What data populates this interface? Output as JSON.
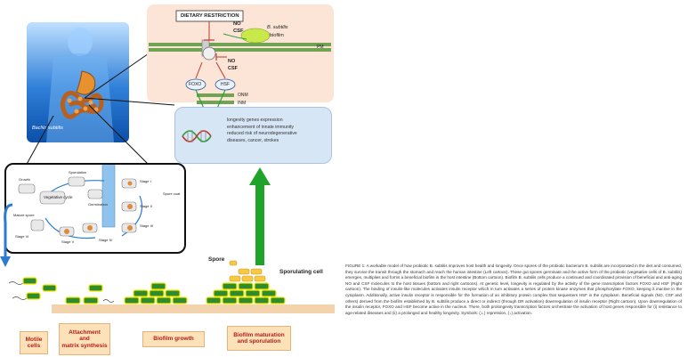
{
  "cell": {
    "dietary_restriction": "DIETARY RESTRICTION",
    "no_top": "NO",
    "csf_top": "CSF",
    "bsubtilis_biofilm_line1": "B. subtilis",
    "bsubtilis_biofilm_line2": "biofilm",
    "pm": "PM",
    "no_mid": "NO",
    "csf_mid": "CSF",
    "foxo": "FOXO",
    "hsf": "HSF",
    "onm": "ONM",
    "inm": "INM"
  },
  "nucleus": {
    "line1": "longevity genes expression",
    "line2": "enhancement of innate immunity",
    "line3": "reduced risk of neurodegenerative",
    "line4": "diseases, cancer, strokes"
  },
  "body_label": "BacNo subtilis",
  "lifecycle": {
    "center": "Vegetative cycle",
    "labels": [
      "Growth",
      "Sporulation",
      "Stage I",
      "Stage II",
      "Stage III",
      "Stage IV",
      "Stage V",
      "Stage VI",
      "Mature spore",
      "Germination",
      "Spore coat"
    ]
  },
  "biofilm": {
    "spore_label": "Spore",
    "sporulating_label": "Sporulating cell",
    "stages": [
      {
        "line1": "Motile",
        "line2": "cells",
        "line3": ""
      },
      {
        "line1": "Attachment",
        "line2": "and",
        "line3": "matrix synthesis"
      },
      {
        "line1": "Biofilm growth",
        "line2": "",
        "line3": ""
      },
      {
        "line1": "Biofilm  maturation",
        "line2": "and sporulation",
        "line3": ""
      }
    ]
  },
  "caption": {
    "text": "FIGURE 1: A workable model of how probiotic B. subtilis improves host health and longevity. Once spores of the probiotic bacterium B. subtilis are incorporated in the diet and consumed, they survive the transit through the stomach and reach the human intestine (Left cartoon). These gut spores germinate and the active form of the probiotic (vegetative cells of B. subtilis) emerges, multiplies and forms a beneficial biofilm in the host intestine (Bottom cartoon). Biofilm B. subtilis cells produce a continued and coordinated provision of beneficial and anti-aging NO and CSF molecules to the host tissues (bottom and right cartoons). At genetic level, longevity is regulated by the activity of the gene transcription factors FOXO and HSF (Right cartoon). The binding of insulin-like molecules activates insulin receptor which in turn activates a series of protein kinase enzymes that phosphorylate FOXO, keeping it inactive in the cytoplasm. Additionally, active insulin receptor is responsible for the formation of an inhibitory protein complex that sequesters HSF in the cytoplasm. Beneficial signals (NO, CSF and others) derived from the biofilm established by B. subtilis produce a direct or indirect (through DR activation) downregulation of insulin receptor (Right cartoon). Upon downregulation of the insulin receptor, FOXO and HSF become active in the nucleus. There, both prolongevity transcription factors orchestrate the activation of host genes responsible for (i) resistance to age-related diseases and (ii) a prolonged and healthy longevity. Symbols: (⊥) repression, (↓) activation."
  },
  "colors": {
    "bacteria_fill": "#2e8b2e",
    "bacteria_outline": "#f2e600",
    "spore_fill": "#f7c948",
    "membrane": "#4a8a3a",
    "arrow_green": "#1fa32a",
    "arrow_blue": "#2b7bd0",
    "stage_label_bg": "#fde1b8",
    "stage_label_text": "#b31d17",
    "intestine_floor": "#f2d3ac"
  }
}
